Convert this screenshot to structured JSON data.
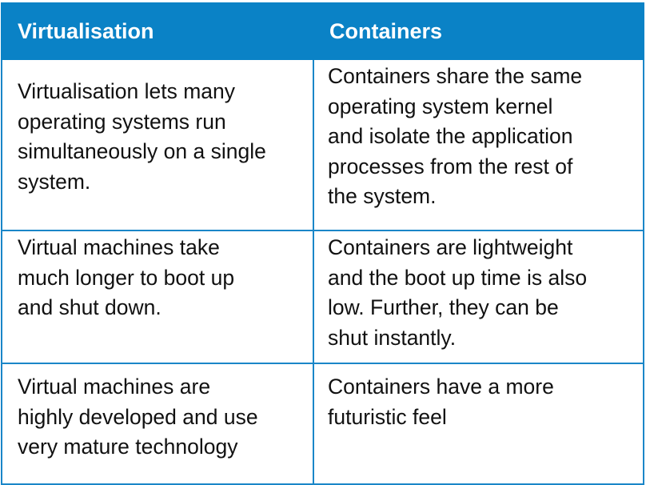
{
  "table": {
    "headers": [
      "Virtualisation",
      "Containers"
    ],
    "rows": [
      [
        "Virtualisation lets many\noperating systems run\nsimultaneously on a single\nsystem.",
        "Containers share the same\noperating system kernel\nand isolate the application\nprocesses from the rest of\nthe system."
      ],
      [
        "Virtual machines take\nmuch longer to boot up\nand shut down.",
        "Containers are lightweight\nand the boot up time is also\nlow. Further, they can be\nshut instantly."
      ],
      [
        "Virtual machines are\nhighly developed and use\nvery mature technology",
        "Containers have a more\nfuturistic feel"
      ]
    ]
  },
  "colors": {
    "header_bg": "#0a82c6",
    "border": "#1a86c8"
  }
}
